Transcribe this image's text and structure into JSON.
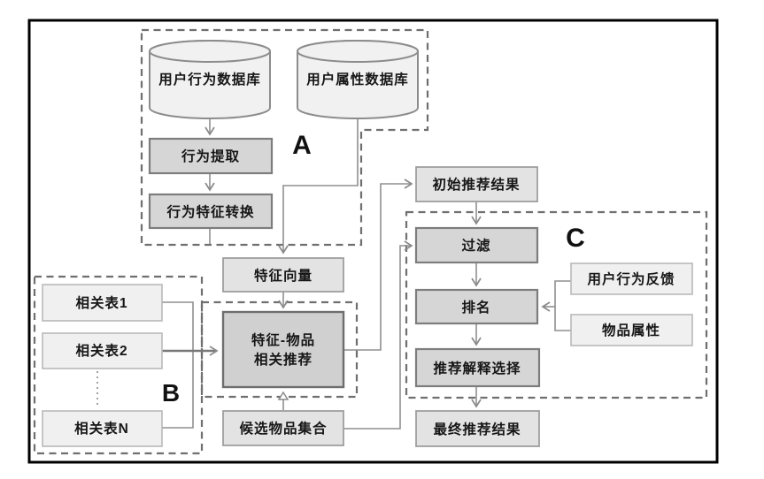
{
  "diagram": {
    "title_hint": "recommendation-system-flowchart",
    "group_labels": {
      "a": "A",
      "b": "B",
      "c": "C"
    },
    "nodes": {
      "behavior_db": "用户行为数据库",
      "attribute_db": "用户属性数据库",
      "behavior_extraction": "行为提取",
      "behavior_feature_conversion": "行为特征转换",
      "feature_vector": "特征向量",
      "related_table_1": "相关表1",
      "related_table_2": "相关表2",
      "related_table_n": "相关表N",
      "feature_item_rec_line1": "特征-物品",
      "feature_item_rec_line2": "相关推荐",
      "candidate_item_set": "候选物品集合",
      "initial_rec_result": "初始推荐结果",
      "filter": "过滤",
      "ranking": "排名",
      "user_behavior_feedback": "用户行为反馈",
      "item_attribute": "物品属性",
      "rec_explanation_selection": "推荐解释选择",
      "final_rec_result": "最终推荐结果"
    },
    "colors": {
      "process_box_fill": "#d6d6d6",
      "process_box_border": "#7d7d7d",
      "result_box_fill": "#e3e3e3",
      "result_box_border": "#9e9e9e",
      "input_box_fill": "#f0f0f0",
      "input_box_border": "#b9b9b9",
      "cylinder_fill": "#f1f1f1",
      "dashed_group_border": "#6f6f6f",
      "connector": "#8f8f8f",
      "outer_frame": "#000000"
    }
  }
}
